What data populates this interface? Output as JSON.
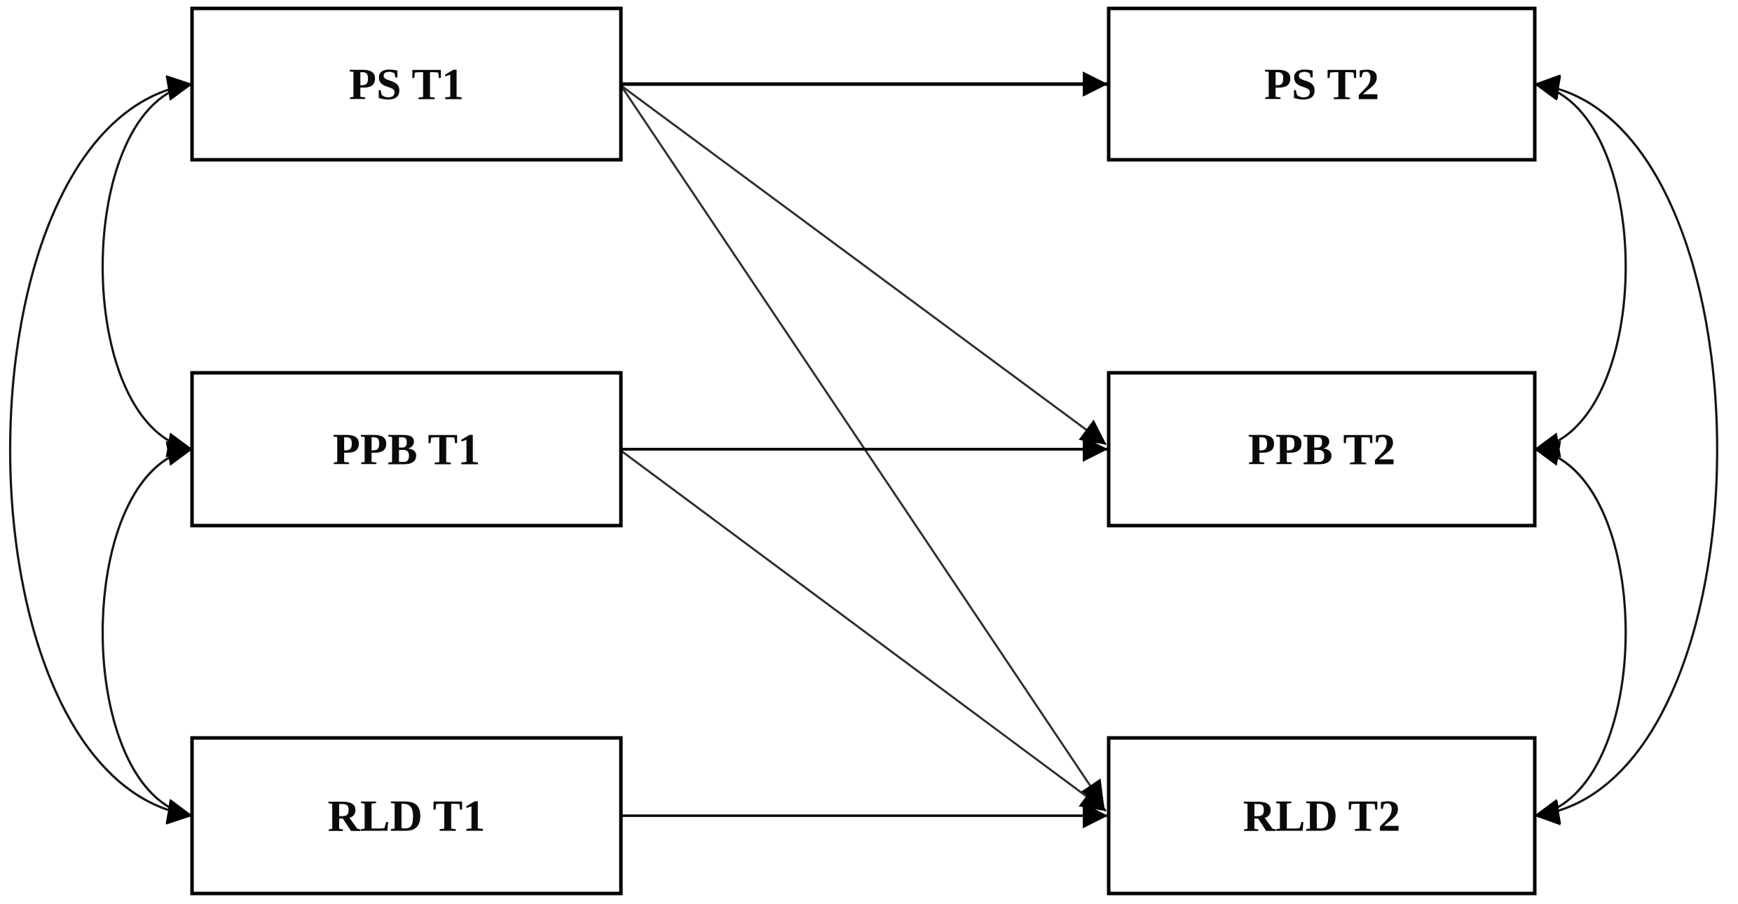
{
  "figure": {
    "background_color": "#ffffff",
    "box_border_color": "#000000",
    "arrow_color": "#000000",
    "diagonal_color": "#303030",
    "arc_color": "#151515",
    "boxes": [
      {
        "id": "ps-t1",
        "label": "PS T1",
        "column": "T1",
        "row": 1
      },
      {
        "id": "ppb-t1",
        "label": "PPB T1",
        "column": "T1",
        "row": 2
      },
      {
        "id": "rld-t1",
        "label": "RLD T1",
        "column": "T1",
        "row": 3
      },
      {
        "id": "ps-t2",
        "label": "PS T2",
        "column": "T2",
        "row": 1
      },
      {
        "id": "ppb-t2",
        "label": "PPB T2",
        "column": "T2",
        "row": 2
      },
      {
        "id": "rld-t2",
        "label": "RLD T2",
        "column": "T2",
        "row": 3
      }
    ],
    "directed_paths": [
      {
        "from": "PS T1",
        "to": "PS T2"
      },
      {
        "from": "PPB T1",
        "to": "PPB T2"
      },
      {
        "from": "RLD T1",
        "to": "RLD T2"
      },
      {
        "from": "PS T1",
        "to": "PPB T2"
      },
      {
        "from": "PS T1",
        "to": "RLD T2"
      },
      {
        "from": "PPB T1",
        "to": "RLD T2"
      }
    ],
    "covariances": [
      {
        "between": [
          "PS T1",
          "PPB T1"
        ],
        "side": "left"
      },
      {
        "between": [
          "PPB T1",
          "RLD T1"
        ],
        "side": "left"
      },
      {
        "between": [
          "PS T1",
          "RLD T1"
        ],
        "side": "left"
      },
      {
        "between": [
          "PS T2",
          "PPB T2"
        ],
        "side": "right"
      },
      {
        "between": [
          "PPB T2",
          "RLD T2"
        ],
        "side": "right"
      },
      {
        "between": [
          "PS T2",
          "RLD T2"
        ],
        "side": "right"
      }
    ]
  }
}
